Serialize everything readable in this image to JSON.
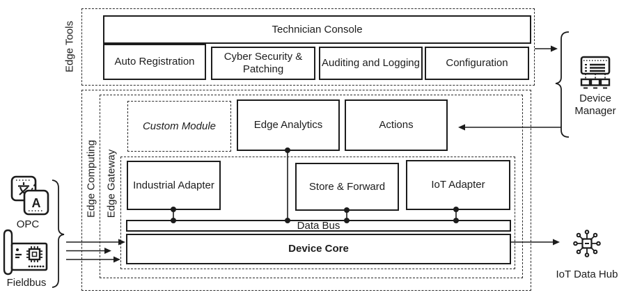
{
  "colors": {
    "line": "#1c1c1c",
    "background": "#ffffff"
  },
  "groups": {
    "edge_tools": "Edge Tools",
    "edge_computing": "Edge Computing",
    "edge_gateway": "Edge Gateway"
  },
  "console": {
    "title": "Technician Console"
  },
  "tools": {
    "auto_registration": "Auto Registration",
    "cyber_security": "Cyber Security & Patching",
    "auditing": "Auditing and Logging",
    "configuration": "Configuration"
  },
  "modules": {
    "custom_module": "Custom Module",
    "edge_analytics": "Edge Analytics",
    "actions": "Actions"
  },
  "gateway": {
    "industrial_adapter": "Industrial Adapter",
    "store_forward": "Store & Forward",
    "iot_adapter": "IoT Adapter",
    "data_bus": "Data Bus",
    "device_core": "Device Core"
  },
  "external": {
    "opc": "OPC",
    "fieldbus": "Fieldbus",
    "device_manager": "Device Manager",
    "iot_data_hub": "IoT Data Hub",
    "opc_glyph_a": "A"
  },
  "icons": {
    "opc": "translate-icon",
    "fieldbus": "network-interface-card-icon",
    "device_manager": "managed-devices-icon",
    "iot_data_hub": "hub-spoke-icon"
  }
}
